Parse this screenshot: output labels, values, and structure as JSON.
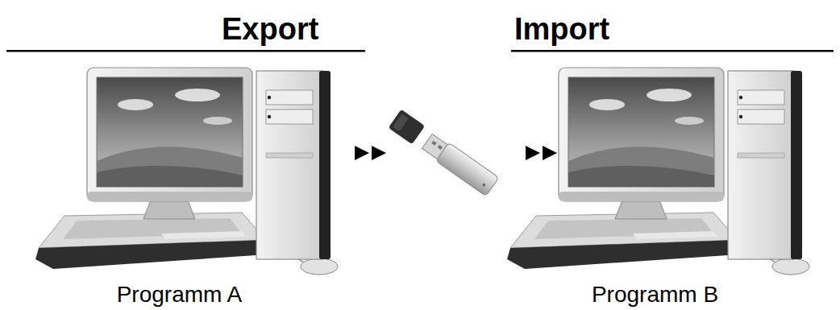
{
  "diagram": {
    "nodes": [
      {
        "text": [
          "Programm A"
        ]
      },
      {
        "text": [
          "Programm B"
        ]
      }
    ],
    "labels": [
      "Export",
      "Import"
    ]
  }
}
